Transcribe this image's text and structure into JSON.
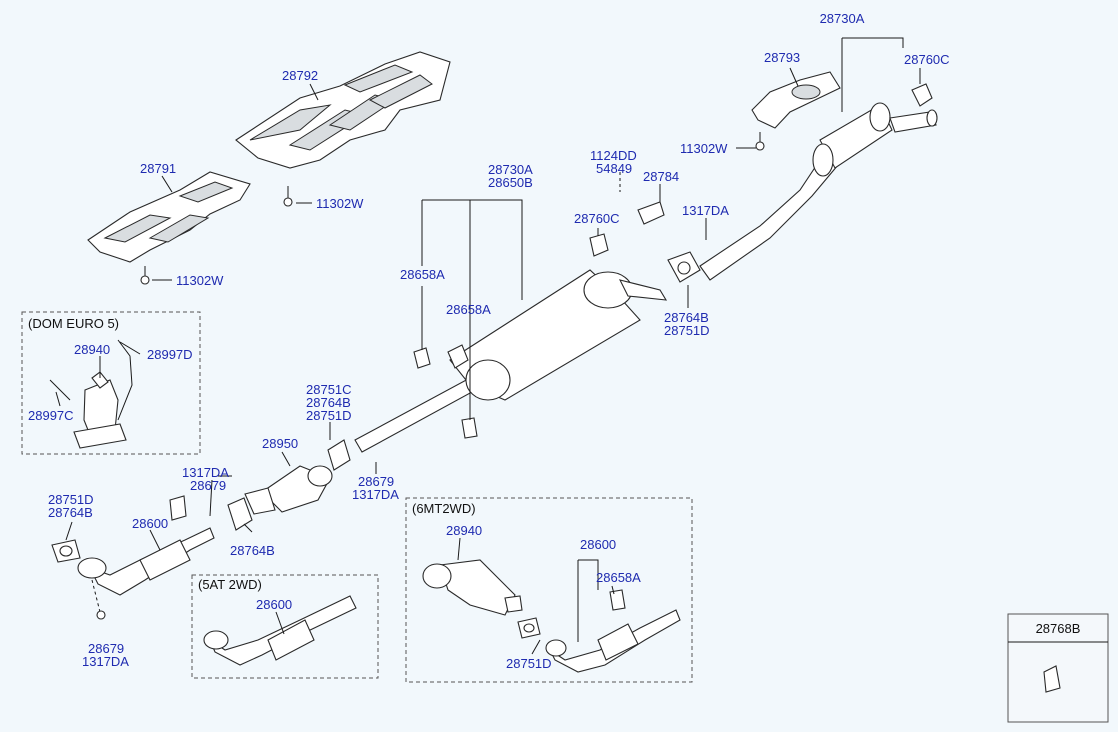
{
  "labels": {
    "l28730A_top": "28730A",
    "l28793": "28793",
    "l28760C_top": "28760C",
    "l11302W_right": "11302W",
    "l28792": "28792",
    "l11302W_mid": "11302W",
    "l28791": "28791",
    "l11302W_left": "11302W",
    "l1124DD": "1124DD",
    "l54849": "54849",
    "l28784": "28784",
    "l28730A_mid": "28730A",
    "l28650B": "28650B",
    "l28760C_mid": "28760C",
    "l1317DA_right": "1317DA",
    "l28658A_a": "28658A",
    "l28658A_b": "28658A",
    "l28764B_right": "28764B",
    "l28751D_right": "28751D",
    "l28940_euro": "28940",
    "l28997D": "28997D",
    "l28997C": "28997C",
    "l28751C": "28751C",
    "l28764B_cat": "28764B",
    "l28751D_cat": "28751D",
    "l28950": "28950",
    "l28679_cat": "28679",
    "l1317DA_cat": "1317DA",
    "l1317DA_front": "1317DA",
    "l28679_front": "28679",
    "l28751D_left": "28751D",
    "l28764B_left": "28764B",
    "l28600_main": "28600",
    "l28764B_front": "28764B",
    "l28679_bottom": "28679",
    "l1317DA_bottom": "1317DA",
    "l28600_5at": "28600",
    "l28940_6mt": "28940",
    "l28600_6mt": "28600",
    "l28658A_6mt": "28658A",
    "l28751D_6mt": "28751D"
  },
  "boxes": {
    "euro5": "(DOM EURO 5)",
    "at5": "(5AT 2WD)",
    "mt6": "(6MT2WD)",
    "ref": "28768B"
  },
  "colors": {
    "label": "#1f2bb0",
    "background": "#f2f8fc",
    "line": "#1a1a1a"
  }
}
